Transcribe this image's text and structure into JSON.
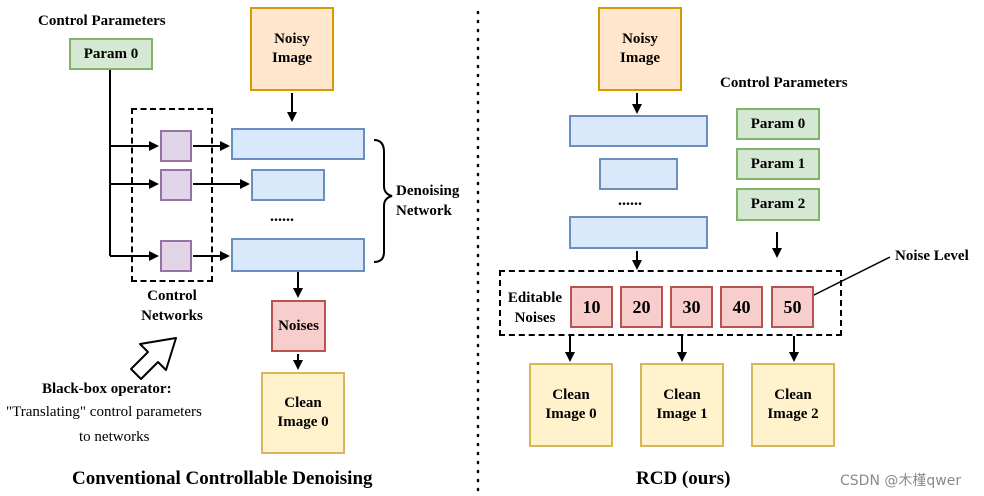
{
  "left": {
    "control_parameters_title": "Control Parameters",
    "param0": "Param 0",
    "noisy_image": [
      "Noisy",
      "Image"
    ],
    "ellipsis": "......",
    "denoising_network": [
      "Denoising",
      "Network"
    ],
    "control_networks": [
      "Control",
      "Networks"
    ],
    "noises": "Noises",
    "clean_image": [
      "Clean",
      "Image 0"
    ],
    "blackbox_title": "Black-box operator:",
    "blackbox_line1": "\"Translating\" control parameters",
    "blackbox_line2": "to networks",
    "caption": "Conventional  Controllable Denoising"
  },
  "right": {
    "noisy_image": [
      "Noisy",
      "Image"
    ],
    "ellipsis": "......",
    "control_parameters_title": "Control Parameters",
    "params": [
      "Param 0",
      "Param 1",
      "Param 2"
    ],
    "noise_level": "Noise Level",
    "editable_noises": [
      "Editable",
      "Noises"
    ],
    "noise_values": [
      "10",
      "20",
      "30",
      "40",
      "50"
    ],
    "clean_images": [
      [
        "Clean",
        "Image 0"
      ],
      [
        "Clean",
        "Image 1"
      ],
      [
        "Clean",
        "Image 2"
      ]
    ],
    "caption": "RCD (ours)"
  },
  "watermark": "CSDN @木槿qwer",
  "colors": {
    "green_fill": "#d5e8d4",
    "green_stroke": "#82b366",
    "orange_fill": "#ffe6cc",
    "orange_stroke": "#d79b00",
    "blue_fill": "#dae8fc",
    "blue_stroke": "#6c8ebf",
    "purple_fill": "#e1d5e7",
    "purple_stroke": "#9673a6",
    "red_fill": "#f8cecc",
    "red_stroke": "#b85450",
    "yellow_fill": "#fff2cc",
    "yellow_stroke": "#d6b656"
  }
}
